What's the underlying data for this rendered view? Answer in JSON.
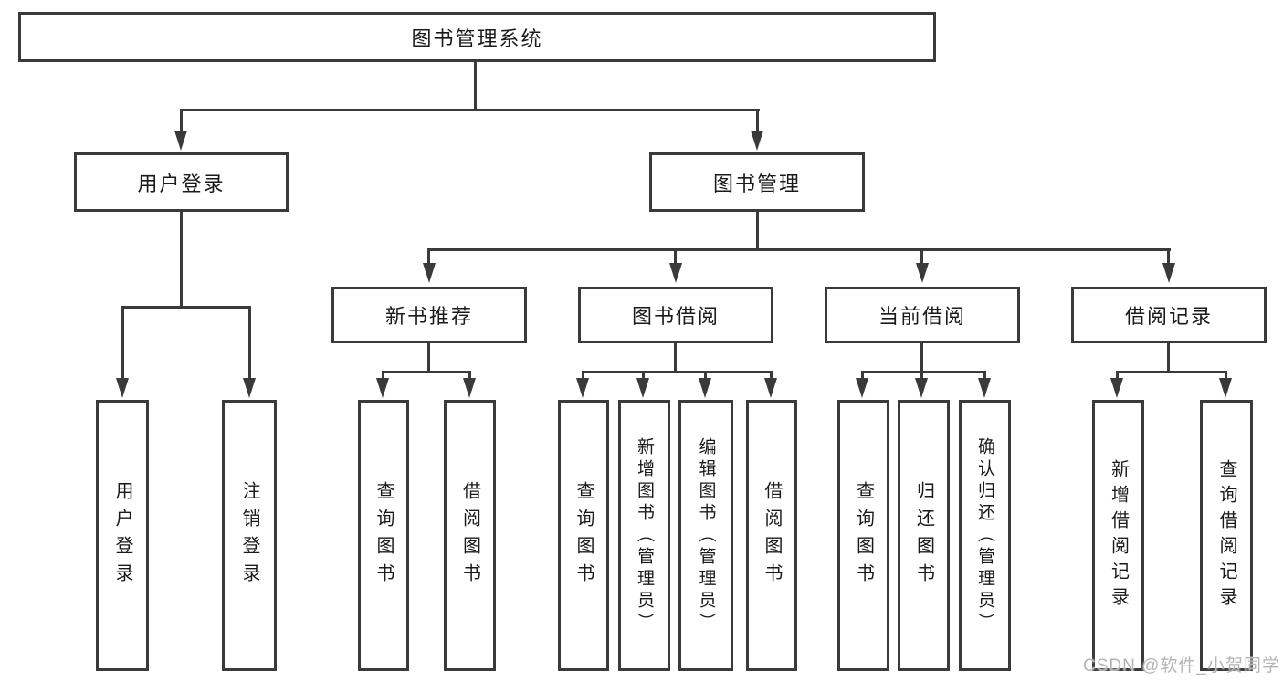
{
  "tree": {
    "label": "图书管理系统",
    "children": [
      {
        "label": "用户登录",
        "children": [
          {
            "label": "用户登录"
          },
          {
            "label": "注销登录"
          }
        ]
      },
      {
        "label": "图书管理",
        "children": [
          {
            "label": "新书推荐",
            "children": [
              {
                "label": "查询图书"
              },
              {
                "label": "借阅图书"
              }
            ]
          },
          {
            "label": "图书借阅",
            "children": [
              {
                "label": "查询图书"
              },
              {
                "label": "新增图书（管理员）"
              },
              {
                "label": "编辑图书（管理员）"
              },
              {
                "label": "借阅图书"
              }
            ]
          },
          {
            "label": "当前借阅",
            "children": [
              {
                "label": "查询图书"
              },
              {
                "label": "归还图书"
              },
              {
                "label": "确认归还（管理员）"
              }
            ]
          },
          {
            "label": "借阅记录",
            "children": [
              {
                "label": "新增借阅记录"
              },
              {
                "label": "查询借阅记录"
              }
            ]
          }
        ]
      }
    ]
  },
  "watermark": {
    "text": "CSDN @软件_小贺同学"
  },
  "colors": {
    "line": "#3a3a3a",
    "text": "#1a1a1a",
    "watermark": "#b5b5b5",
    "background": "#ffffff"
  }
}
